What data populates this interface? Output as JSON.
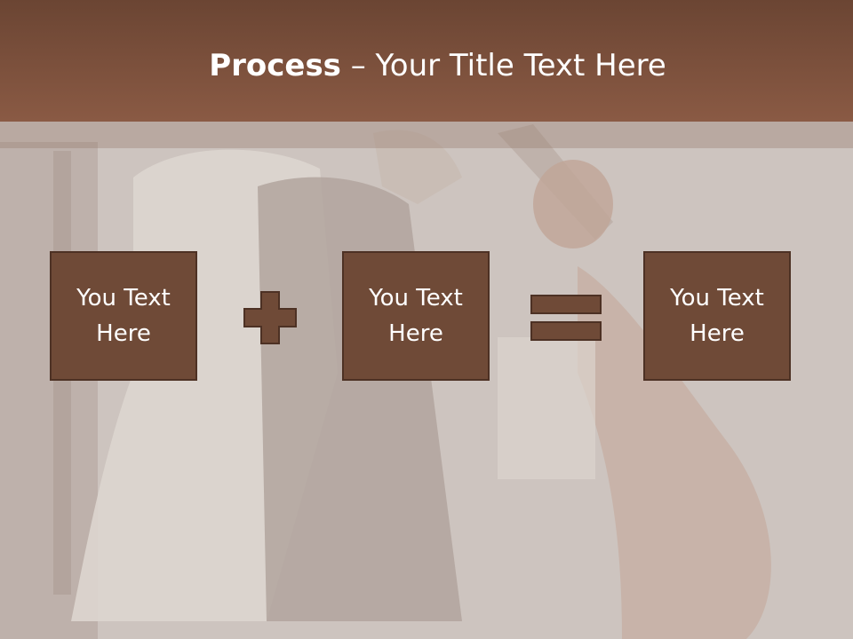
{
  "slide": {
    "title_bold": "Process",
    "title_rest": " – Your Title Text Here",
    "boxes": [
      {
        "text": "You Text Here"
      },
      {
        "text": "You Text Here"
      },
      {
        "text": "You Text Here"
      }
    ],
    "operators": [
      "plus-icon",
      "equals-icon"
    ]
  },
  "colors": {
    "title_bar": "#8a5a44",
    "box_fill": "#6f4a37",
    "box_border": "#4d3124",
    "background": "#cfc6c1"
  }
}
